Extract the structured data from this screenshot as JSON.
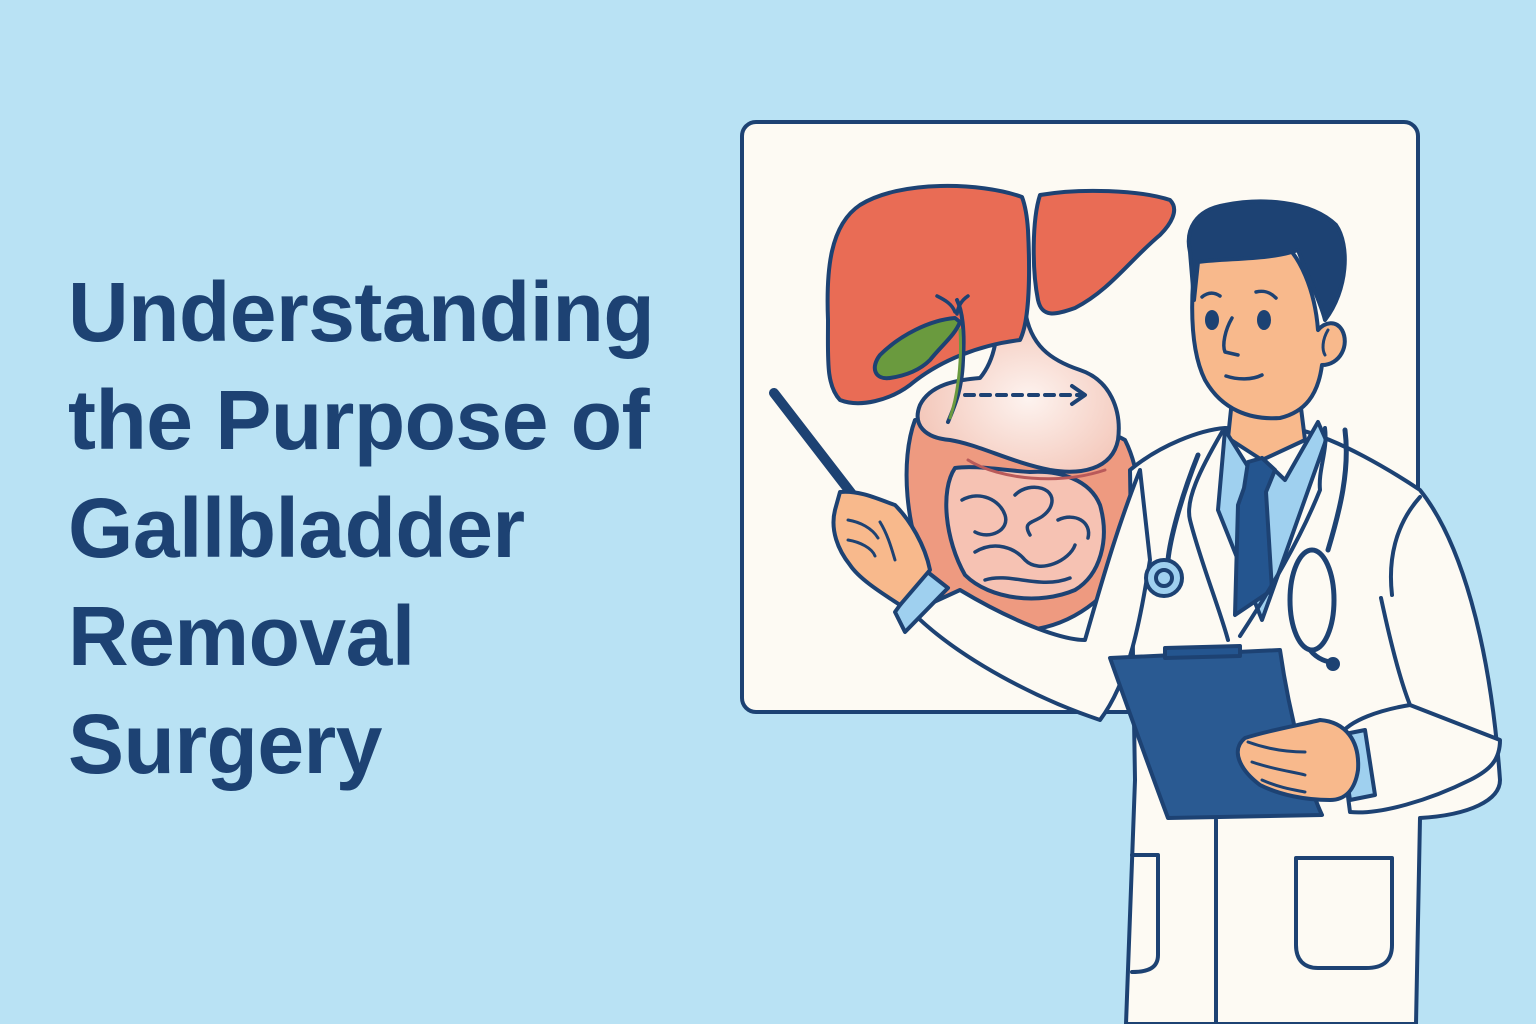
{
  "headline": {
    "lines": [
      "Understanding",
      "the Purpose of",
      "Gallbladder",
      "Removal",
      "Surgery"
    ]
  },
  "illustration": {
    "description": "Doctor with pointer and clipboard presenting a digestive system chart showing liver, gallbladder, stomach and intestines",
    "colors": {
      "background": "#b9e2f4",
      "outline": "#1d4273",
      "board": "#fdfaf3",
      "liver": "#e96c55",
      "gallbladder": "#6a9a3e",
      "stomach": "#f7d6cc",
      "intestine_outer": "#ee9a80",
      "intestine_inner": "#f6c2b3",
      "skin": "#f8b98c",
      "hair": "#1d4273",
      "coat": "#fdfaf3",
      "shirt": "#9fd0ef",
      "tie": "#24558f",
      "clipboard": "#2a5a92"
    }
  }
}
